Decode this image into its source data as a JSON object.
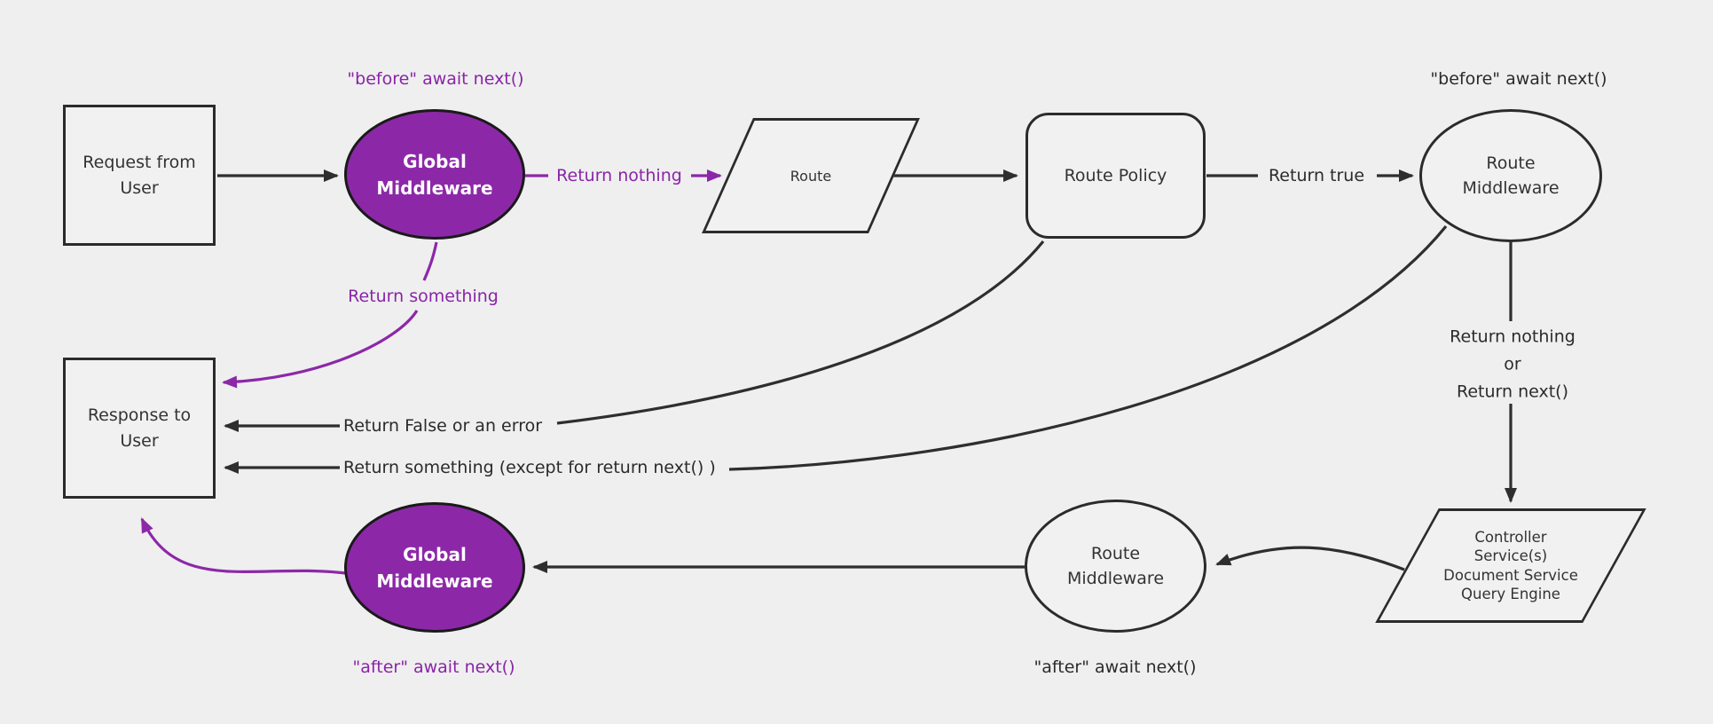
{
  "colors": {
    "background": "#efefef",
    "node_fill": "#f1f1f1",
    "line_black": "#2e2e2e",
    "purple": "#8c28a8",
    "node_text": "#333333",
    "ellipse_text_white": "#ffffff"
  },
  "nodes": {
    "request": {
      "text": "Request from User",
      "shape": "rectangle"
    },
    "global_middleware_top": {
      "text": "Global Middleware",
      "shape": "ellipse"
    },
    "route": {
      "text": "Route",
      "shape": "parallelogram"
    },
    "route_policy": {
      "text": "Route Policy",
      "shape": "rounded-rectangle"
    },
    "route_middleware_top": {
      "text": "Route Middleware",
      "shape": "ellipse"
    },
    "controller": {
      "lines": [
        "Controller",
        "Service(s)",
        "Document Service",
        "Query Engine"
      ],
      "shape": "parallelogram"
    },
    "route_middleware_bottom": {
      "text": "Route Middleware",
      "shape": "ellipse"
    },
    "global_middleware_bottom": {
      "text": "Global Middleware",
      "shape": "ellipse"
    },
    "response": {
      "text": "Response to User",
      "shape": "rectangle"
    }
  },
  "edge_labels": {
    "before_await_next_left": "\"before\" await next()",
    "before_await_next_right": "\"before\" await next()",
    "return_nothing": "Return nothing",
    "return_true": "Return true",
    "return_something": "Return something",
    "return_false_or_error": "Return False or an error",
    "return_something_except": "Return something (except for return next() )",
    "return_nothing_or": [
      "Return nothing",
      "or",
      "Return next()"
    ],
    "after_await_next_left": "\"after\" await next()",
    "after_await_next_right": "\"after\" await next()"
  }
}
